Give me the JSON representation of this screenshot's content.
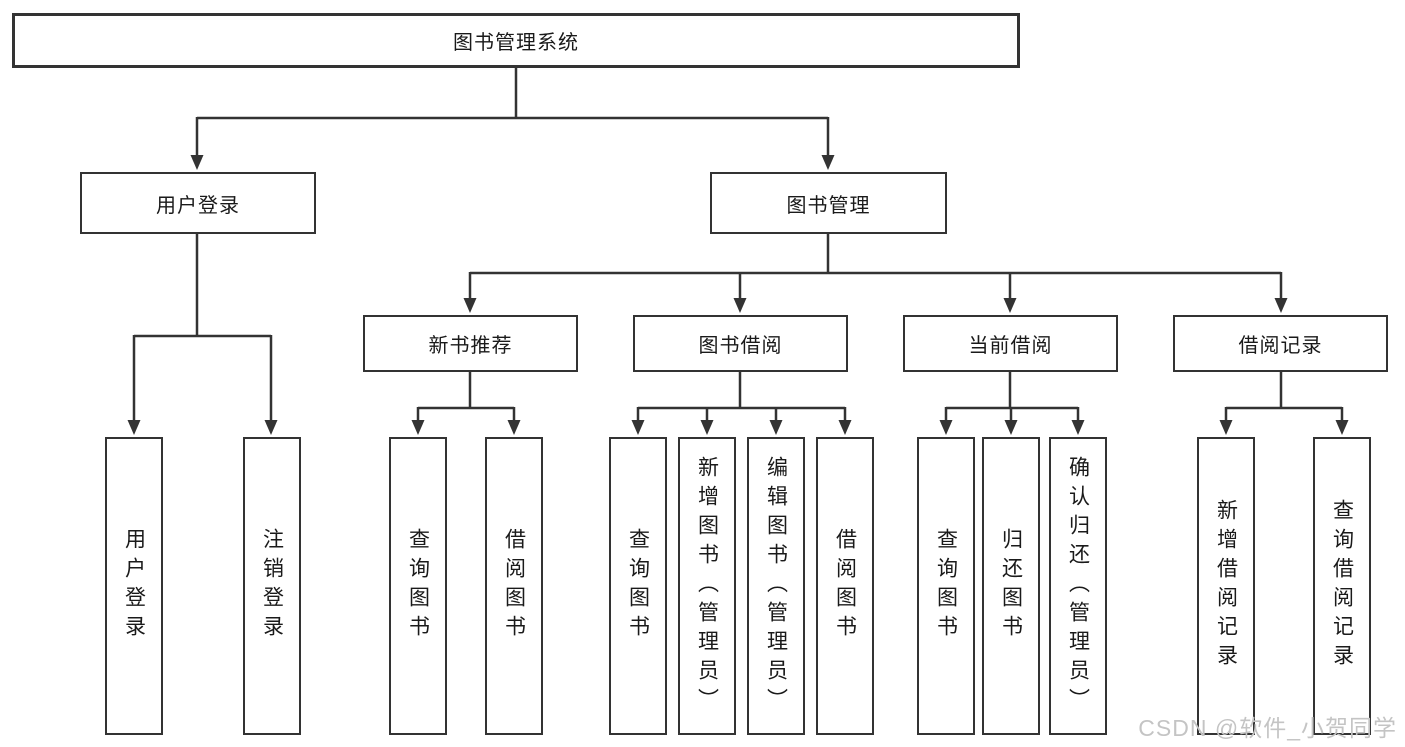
{
  "colors": {
    "line": "#333333",
    "box_border": "#333333",
    "text": "#1a1a1a",
    "watermark": "#c4c4c4",
    "background": "#ffffff"
  },
  "watermark": {
    "text": "CSDN @软件_小贺同学"
  },
  "tree": {
    "root": {
      "label": "图书管理系统"
    },
    "children": [
      {
        "label": "用户登录",
        "leaves": [
          {
            "label": "用户登录"
          },
          {
            "label": "注销登录"
          }
        ]
      },
      {
        "label": "图书管理",
        "children": [
          {
            "label": "新书推荐",
            "leaves": [
              {
                "label": "查询图书"
              },
              {
                "label": "借阅图书"
              }
            ]
          },
          {
            "label": "图书借阅",
            "leaves": [
              {
                "label": "查询图书"
              },
              {
                "label": "新增图书（管理员）"
              },
              {
                "label": "编辑图书（管理员）"
              },
              {
                "label": "借阅图书"
              }
            ]
          },
          {
            "label": "当前借阅",
            "leaves": [
              {
                "label": "查询图书"
              },
              {
                "label": "归还图书"
              },
              {
                "label": "确认归还（管理员）"
              }
            ]
          },
          {
            "label": "借阅记录",
            "leaves": [
              {
                "label": "新增借阅记录"
              },
              {
                "label": "查询借阅记录"
              }
            ]
          }
        ]
      }
    ]
  }
}
